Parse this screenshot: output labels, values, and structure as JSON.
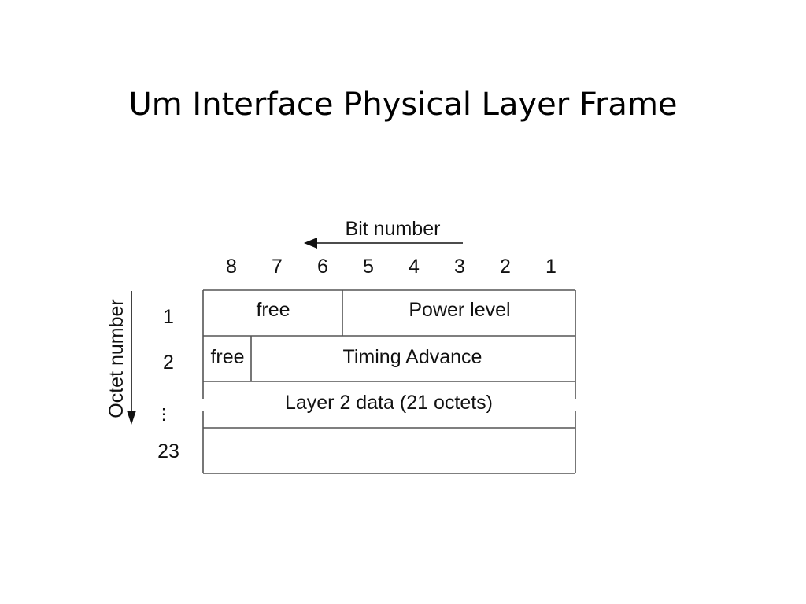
{
  "slide": {
    "title": "Um Interface Physical Layer Frame"
  },
  "diagram": {
    "bit_axis_label": "Bit number",
    "octet_axis_label": "Octet number",
    "bit_numbers": [
      "8",
      "7",
      "6",
      "5",
      "4",
      "3",
      "2",
      "1"
    ],
    "octet_numbers": {
      "row1": "1",
      "row2": "2",
      "ellipsis": "⋮",
      "row_last": "23"
    },
    "cells": {
      "octet1_free": "free",
      "octet1_power": "Power level",
      "octet2_free": "free",
      "octet2_timing": "Timing Advance",
      "layer2": "Layer 2 data (21 octets)"
    }
  }
}
